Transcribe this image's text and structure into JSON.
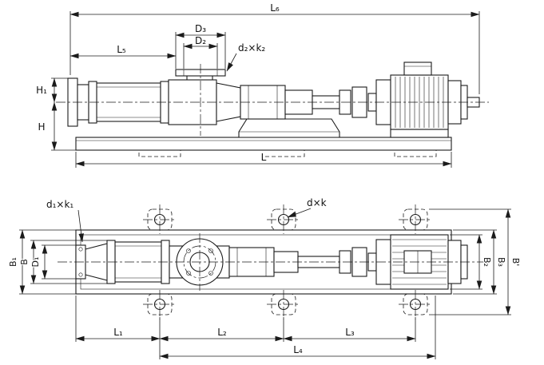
{
  "side_view": {
    "labels": {
      "l6": "L₆",
      "d3": "D₃",
      "d2": "D₂",
      "l5": "L₅",
      "d2k2": "d₂×k₂",
      "h1": "H₁",
      "h": "H",
      "l": "L"
    }
  },
  "plan_view": {
    "labels": {
      "d1k1": "d₁×k₁",
      "dk": "d×k",
      "b1": "B₁",
      "b": "B",
      "d1": "D₁",
      "b2": "B₂",
      "b3": "B₃",
      "b_prime": "B'",
      "l1": "L₁",
      "l2": "L₂",
      "l3": "L₃",
      "l4": "L₄"
    }
  },
  "colors": {
    "line": "#1b1b1b",
    "background": "#ffffff"
  }
}
